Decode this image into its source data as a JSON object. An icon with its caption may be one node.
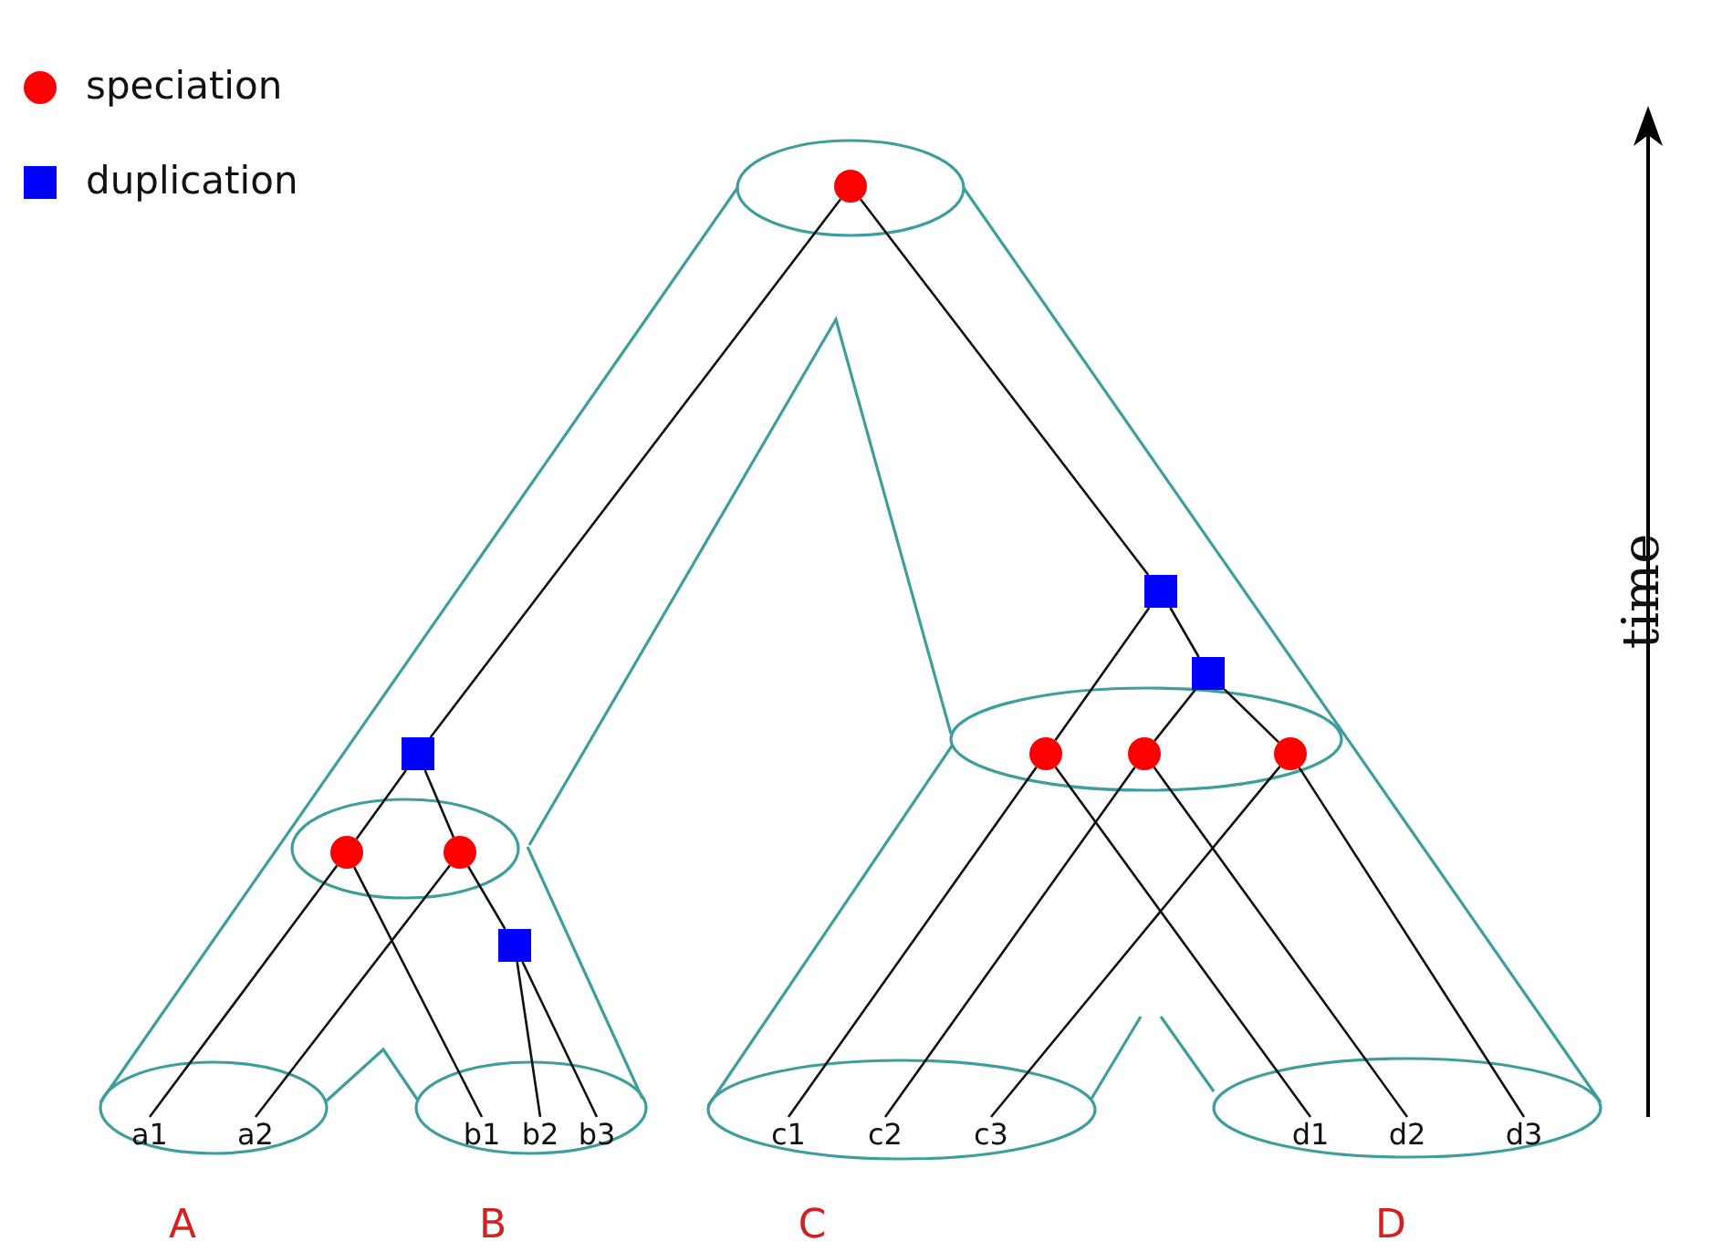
{
  "diagram": {
    "nodes": [
      {
        "text": [],
        "shape": "circle"
      },
      {
        "text": [],
        "shape": "box"
      },
      {
        "text": [],
        "shape": "circle"
      },
      {
        "text": [],
        "shape": "circle"
      },
      {
        "text": [],
        "shape": "box"
      },
      {
        "text": [],
        "shape": "box"
      },
      {
        "text": [],
        "shape": "box"
      },
      {
        "text": [],
        "shape": "circle"
      },
      {
        "text": [],
        "shape": "circle"
      },
      {
        "text": [],
        "shape": "circle"
      },
      {
        "text": [
          "a1"
        ]
      },
      {
        "text": [
          "a2"
        ]
      },
      {
        "text": [
          "b1"
        ]
      },
      {
        "text": [
          "b2"
        ]
      },
      {
        "text": [
          "b3"
        ]
      },
      {
        "text": [
          "c1"
        ]
      },
      {
        "text": [
          "c2"
        ]
      },
      {
        "text": [
          "c3"
        ]
      },
      {
        "text": [
          "d1"
        ]
      },
      {
        "text": [
          "d2"
        ]
      },
      {
        "text": [
          "d3"
        ]
      }
    ],
    "edges": [
      {
        "from": 0,
        "to": 1,
        "arrow": "none"
      },
      {
        "from": 0,
        "to": 5,
        "arrow": "none"
      },
      {
        "from": 1,
        "to": 2,
        "arrow": "none"
      },
      {
        "from": 1,
        "to": 3,
        "arrow": "none"
      },
      {
        "from": 2,
        "to": 10,
        "arrow": "none"
      },
      {
        "from": 2,
        "to": 12,
        "arrow": "none"
      },
      {
        "from": 3,
        "to": 11,
        "arrow": "none"
      },
      {
        "from": 3,
        "to": 4,
        "arrow": "none"
      },
      {
        "from": 4,
        "to": 13,
        "arrow": "none"
      },
      {
        "from": 4,
        "to": 14,
        "arrow": "none"
      },
      {
        "from": 5,
        "to": 7,
        "arrow": "none"
      },
      {
        "from": 5,
        "to": 6,
        "arrow": "none"
      },
      {
        "from": 6,
        "to": 8,
        "arrow": "none"
      },
      {
        "from": 6,
        "to": 9,
        "arrow": "none"
      },
      {
        "from": 7,
        "to": 15,
        "arrow": "none"
      },
      {
        "from": 7,
        "to": 18,
        "arrow": "none"
      },
      {
        "from": 8,
        "to": 16,
        "arrow": "none"
      },
      {
        "from": 8,
        "to": 19,
        "arrow": "none"
      },
      {
        "from": 9,
        "to": 17,
        "arrow": "none"
      },
      {
        "from": 9,
        "to": 20,
        "arrow": "none"
      }
    ],
    "labels": [
      "time",
      "A",
      "B",
      "C",
      "D"
    ],
    "legend": [
      {
        "text": "speciation",
        "color": "#ff0000"
      },
      {
        "text": "duplication",
        "color": "#0000ff"
      }
    ]
  }
}
